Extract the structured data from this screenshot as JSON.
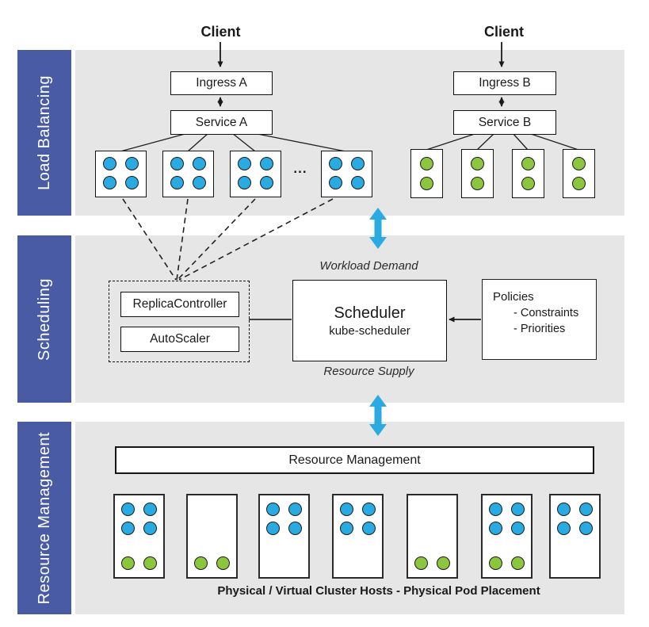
{
  "colors": {
    "pod_blue": "#29ABE2",
    "pod_green": "#8CC63F",
    "sidebar_blue": "#4A5BA6",
    "panel_gray": "#E6E6E6",
    "arrow_cyan": "#29ABE2"
  },
  "sidebar": {
    "sections": [
      {
        "label": "Load Balancing"
      },
      {
        "label": "Scheduling"
      },
      {
        "label": "Resource Management"
      }
    ]
  },
  "load_balancing": {
    "client_a": "Client",
    "client_b": "Client",
    "ingress_a": "Ingress A",
    "service_a": "Service A",
    "ingress_b": "Ingress B",
    "service_b": "Service B",
    "more_pods_ellipsis": "...",
    "pod_groups_a": [
      {
        "blue_pods": 4,
        "green_pods": 0
      },
      {
        "blue_pods": 4,
        "green_pods": 0
      },
      {
        "blue_pods": 4,
        "green_pods": 0
      },
      {
        "blue_pods": 4,
        "green_pods": 0
      }
    ],
    "pod_groups_b": [
      {
        "blue_pods": 0,
        "green_pods": 2
      },
      {
        "blue_pods": 0,
        "green_pods": 2
      },
      {
        "blue_pods": 0,
        "green_pods": 2
      },
      {
        "blue_pods": 0,
        "green_pods": 2
      }
    ]
  },
  "scheduling": {
    "workload_demand_label": "Workload Demand",
    "resource_supply_label": "Resource Supply",
    "replica_controller": "ReplicaController",
    "autoscaler": "AutoScaler",
    "scheduler_title": "Scheduler",
    "scheduler_subtitle": "kube-scheduler",
    "policies_title": "Policies",
    "policies_items": [
      "- Constraints",
      "- Priorities"
    ]
  },
  "resource_management": {
    "bar_label": "Resource Management",
    "caption": "Physical / Virtual Cluster Hosts - Physical Pod Placement",
    "hosts": [
      {
        "blue_pods": 4,
        "green_pods": 2
      },
      {
        "blue_pods": 0,
        "green_pods": 2
      },
      {
        "blue_pods": 4,
        "green_pods": 0
      },
      {
        "blue_pods": 4,
        "green_pods": 0
      },
      {
        "blue_pods": 0,
        "green_pods": 2
      },
      {
        "blue_pods": 4,
        "green_pods": 2
      },
      {
        "blue_pods": 4,
        "green_pods": 0
      }
    ]
  }
}
